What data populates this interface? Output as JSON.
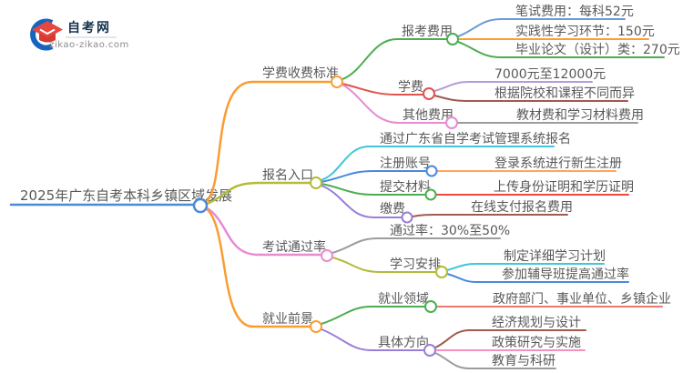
{
  "logo": {
    "title": "自考网",
    "domain": "zikao-zikao.com"
  },
  "root": {
    "label": "2025年广东自考本科乡镇区域发展"
  },
  "nodes": {
    "fee_standard": {
      "label": "学费收费标准"
    },
    "apply_fee": {
      "label": "报考费用"
    },
    "written_fee": {
      "label": "笔试费用：每科52元"
    },
    "practice_fee": {
      "label": "实践性学习环节：150元"
    },
    "thesis_fee": {
      "label": "毕业论文（设计）类：270元"
    },
    "tuition": {
      "label": "学费"
    },
    "tuition_range": {
      "label": "7000元至12000元"
    },
    "tuition_vary": {
      "label": "根据院校和课程不同而异"
    },
    "other_fee": {
      "label": "其他费用"
    },
    "material_fee": {
      "label": "教材费和学习材料费用"
    },
    "entry": {
      "label": "报名入口"
    },
    "entry_system": {
      "label": "通过广东省自学考试管理系统报名"
    },
    "register": {
      "label": "注册账号"
    },
    "register_detail": {
      "label": "登录系统进行新生注册"
    },
    "submit": {
      "label": "提交材料"
    },
    "submit_detail": {
      "label": "上传身份证明和学历证明"
    },
    "pay": {
      "label": "缴费"
    },
    "pay_detail": {
      "label": "在线支付报名费用"
    },
    "pass_rate": {
      "label": "考试通过率"
    },
    "rate_value": {
      "label": "通过率：30%至50%"
    },
    "study_plan": {
      "label": "学习安排"
    },
    "plan_detail": {
      "label": "制定详细学习计划"
    },
    "tutoring": {
      "label": "参加辅导班提高通过率"
    },
    "career": {
      "label": "就业前景"
    },
    "career_field": {
      "label": "就业领域"
    },
    "field_detail": {
      "label": "政府部门、事业单位、乡镇企业"
    },
    "direction": {
      "label": "具体方向"
    },
    "dir_economic": {
      "label": "经济规划与设计"
    },
    "dir_policy": {
      "label": "政策研究与实施"
    },
    "dir_education": {
      "label": "教育与科研"
    }
  },
  "palette": {
    "blue": "#4a89dc",
    "steel_blue": "#6b9ad6",
    "orange": "#f99d33",
    "orange_bright": "#ff9d2e",
    "orange_light": "#ffa55e",
    "green": "#4cae50",
    "red": "#e0534a",
    "red_bright": "#f0483e",
    "olive": "#b3bb3a",
    "orchid": "#e98ad2",
    "cyan": "#41c6d9",
    "purple": "#9b7ed9",
    "purple_light": "#b29dda",
    "brown": "#a2594e",
    "gray": "#9c9c9c",
    "salmon": "#ed7a70",
    "pink": "#f591bd",
    "text": "#595959",
    "logo_blue": "#1565c0",
    "logo_red": "#e84740",
    "logo_red_dark": "#d63a31",
    "logo_navy": "#16324e"
  }
}
